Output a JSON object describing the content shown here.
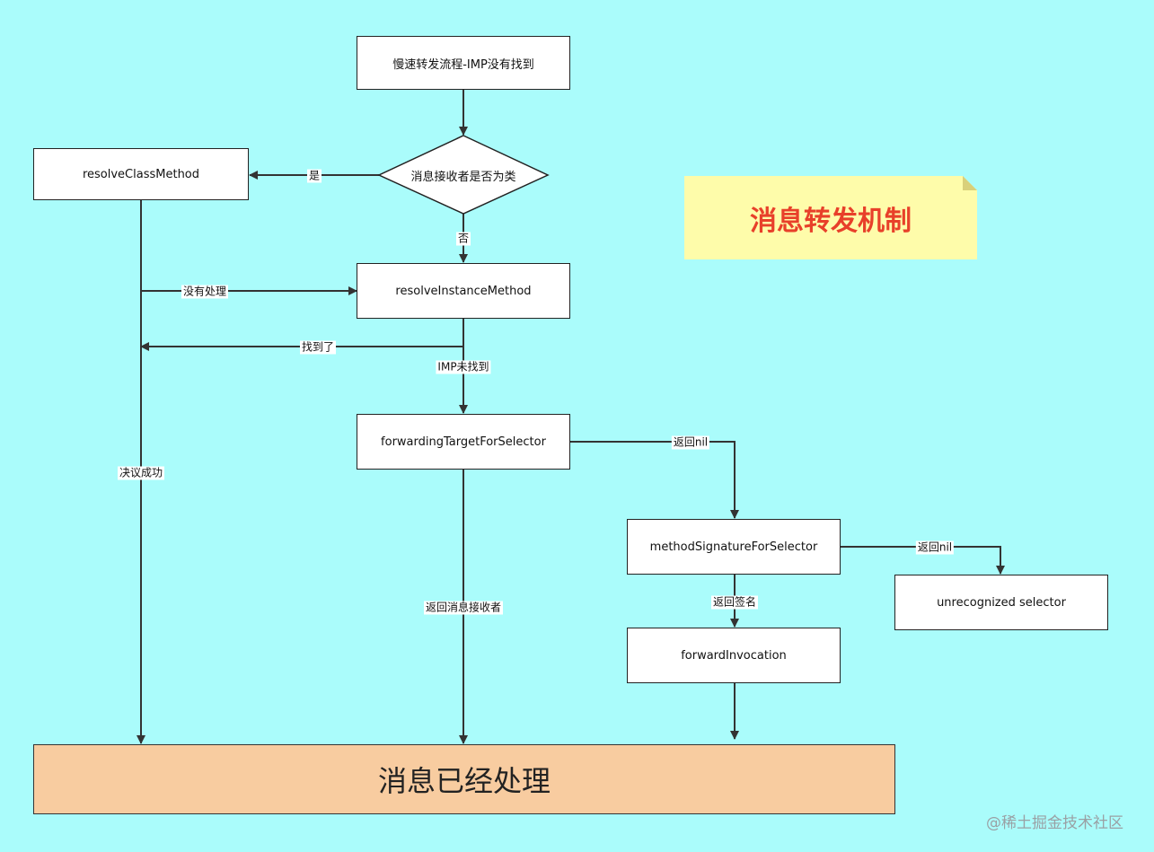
{
  "nodes": {
    "start": "慢速转发流程-IMP没有找到",
    "decision": "消息接收者是否为类",
    "resolve_class": "resolveClassMethod",
    "resolve_instance": "resolveInstanceMethod",
    "forwarding_target": "forwardingTargetForSelector",
    "method_signature": "methodSignatureForSelector",
    "unrecognized": "unrecognized selector",
    "forward_invocation": "forwardInvocation",
    "handled": "消息已经处理"
  },
  "edges": {
    "yes": "是",
    "no": "否",
    "not_handled": "没有处理",
    "found": "找到了",
    "imp_not_found": "IMP未找到",
    "resolve_success": "决议成功",
    "return_nil_1": "返回nil",
    "return_receiver": "返回消息接收者",
    "return_nil_2": "返回nil",
    "return_signature": "返回签名"
  },
  "note": {
    "title": "消息转发机制"
  },
  "watermark": "@稀土掘金技术社区",
  "colors": {
    "background": "#aafcfb",
    "note_fill": "#fefcaa",
    "note_text": "#e8402a",
    "final_fill": "#f8cca0",
    "line": "#333333"
  }
}
